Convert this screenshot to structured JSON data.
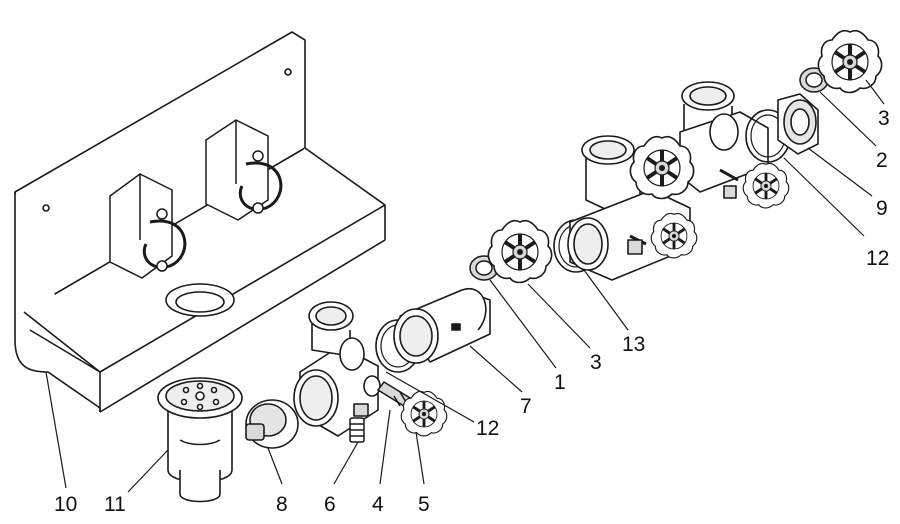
{
  "diagram": {
    "type": "exploded-parts",
    "colors": {
      "line": "#1a1a1a",
      "fill": "#ffffff",
      "metal": "#d9d9d9",
      "shade": "#a6a6a6"
    },
    "callouts": [
      {
        "id": "c3a",
        "label": "3"
      },
      {
        "id": "c2",
        "label": "2"
      },
      {
        "id": "c9",
        "label": "9"
      },
      {
        "id": "c12a",
        "label": "12"
      },
      {
        "id": "c13",
        "label": "13"
      },
      {
        "id": "c3b",
        "label": "3"
      },
      {
        "id": "c1",
        "label": "1"
      },
      {
        "id": "c7",
        "label": "7"
      },
      {
        "id": "c12b",
        "label": "12"
      },
      {
        "id": "c5",
        "label": "5"
      },
      {
        "id": "c4",
        "label": "4"
      },
      {
        "id": "c6",
        "label": "6"
      },
      {
        "id": "c8",
        "label": "8"
      },
      {
        "id": "c11",
        "label": "11"
      },
      {
        "id": "c10",
        "label": "10"
      }
    ]
  }
}
